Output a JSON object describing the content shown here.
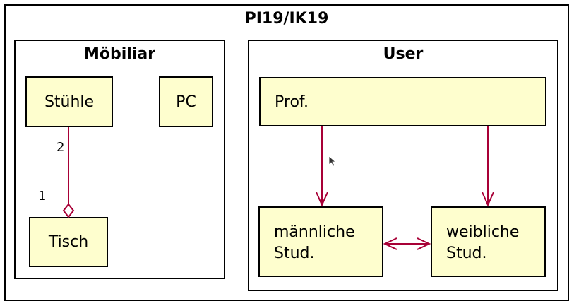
{
  "colors": {
    "node_fill": "#FEFECE",
    "border": "#000000",
    "edge": "#A80036",
    "background": "#FFFFFF"
  },
  "outer_package": {
    "title": "PI19/IK19"
  },
  "packages": {
    "moebiliar": {
      "title": "Möbiliar",
      "nodes": {
        "stuehle": "Stühle",
        "pc": "PC",
        "tisch": "Tisch"
      },
      "aggregation": {
        "source_multiplicity": "2",
        "target_multiplicity": "1"
      }
    },
    "user": {
      "title": "User",
      "nodes": {
        "prof": "Prof.",
        "maennliche_line1": "männliche",
        "maennliche_line2": "Stud.",
        "weibliche_line1": "weibliche",
        "weibliche_line2": "Stud."
      }
    }
  },
  "icons": {
    "aggregation_end": "open-diamond",
    "arrow_head": "open-arrowhead",
    "cursor": "mouse-pointer-icon"
  }
}
